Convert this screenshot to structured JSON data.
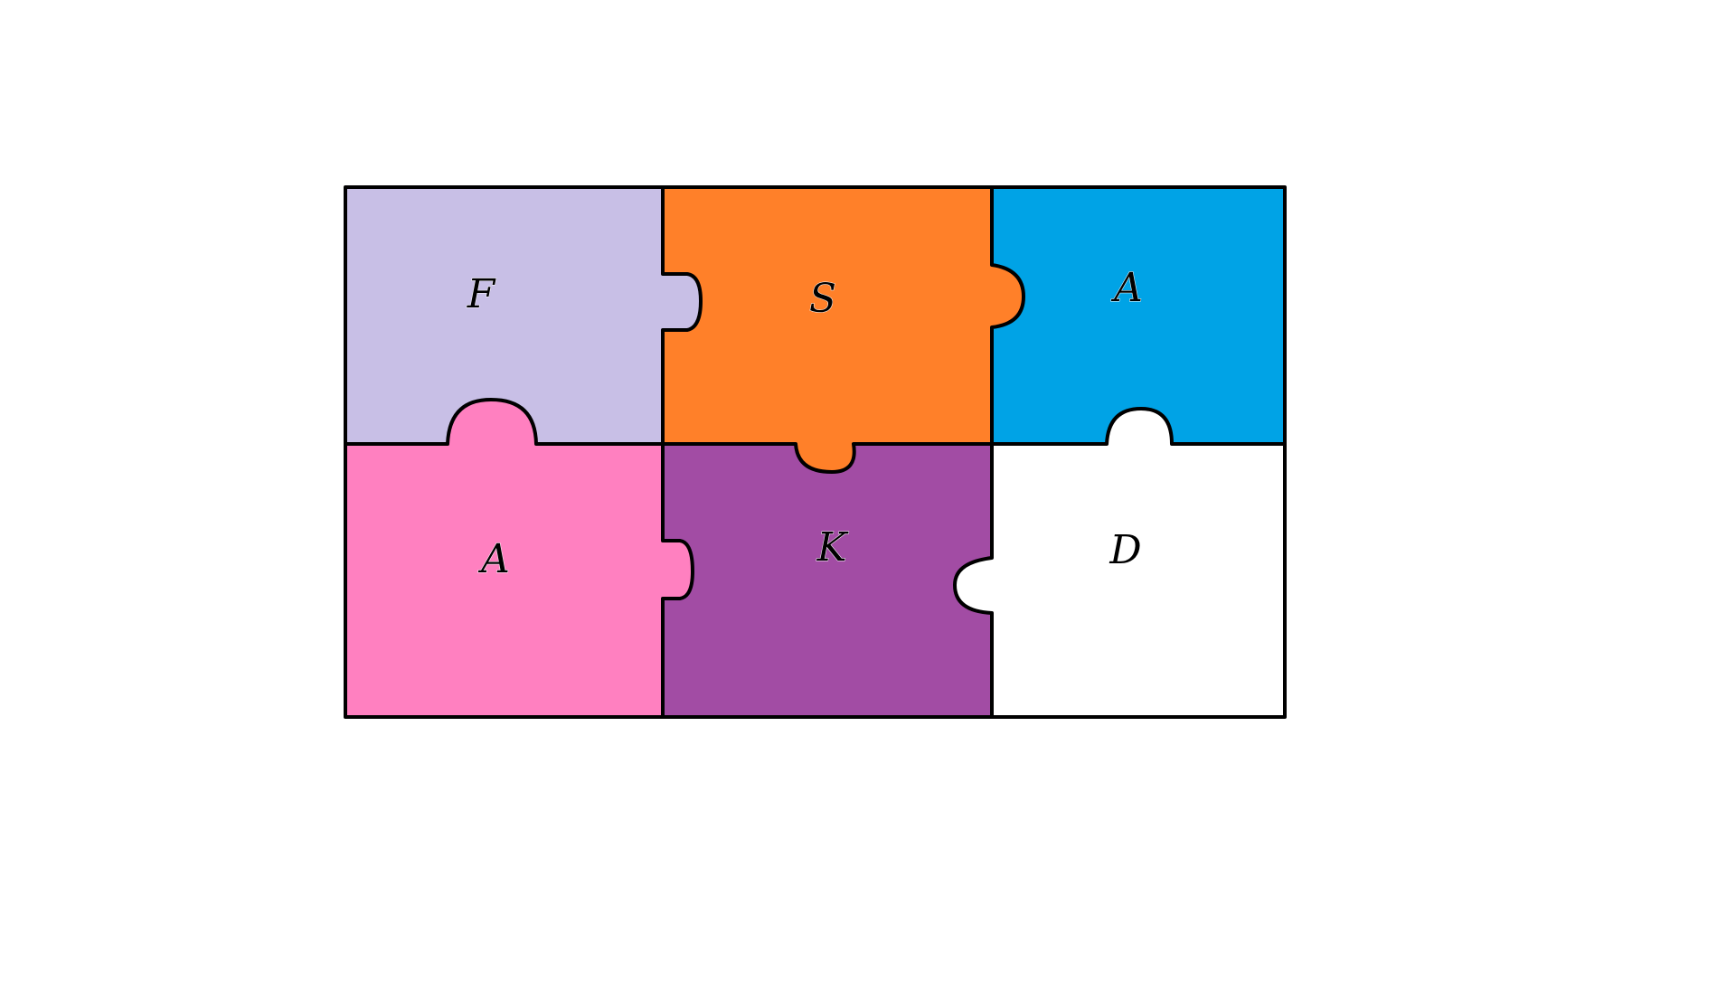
{
  "puzzle": {
    "pieces": [
      {
        "letter": "F",
        "color": "#c8bfe6"
      },
      {
        "letter": "S",
        "color": "#ff8029"
      },
      {
        "letter": "A",
        "color": "#00a3e6"
      },
      {
        "letter": "A",
        "color": "#ff80c0"
      },
      {
        "letter": "K",
        "color": "#a24ca4"
      },
      {
        "letter": "D",
        "color": "#ffffff"
      }
    ],
    "outline_color": "#000000",
    "background_color": "#ffffff"
  }
}
